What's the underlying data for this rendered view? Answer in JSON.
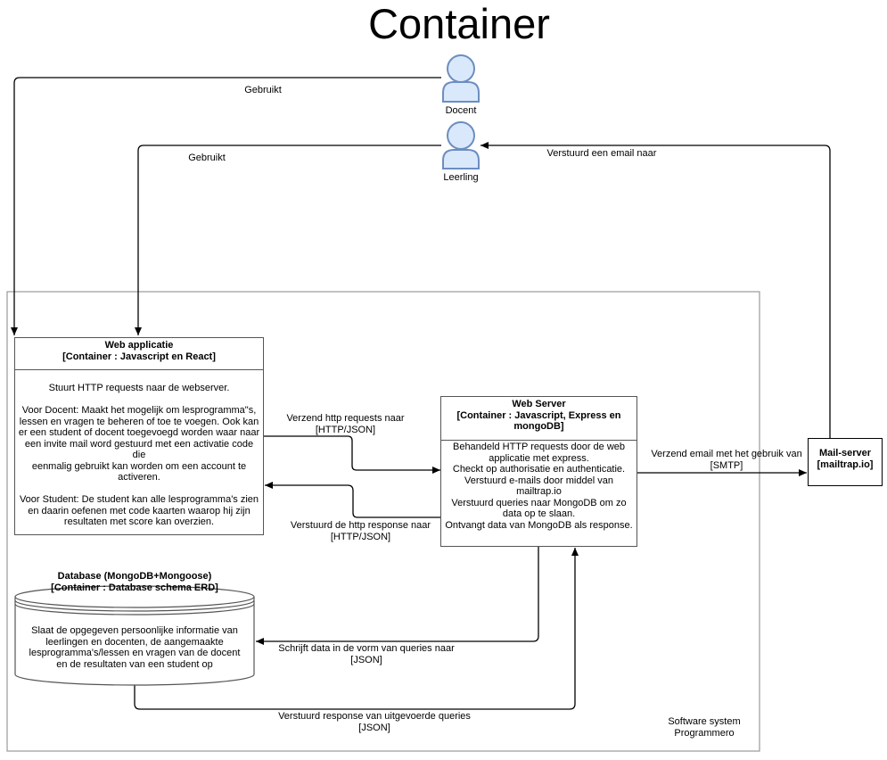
{
  "title": "Container",
  "actors": {
    "docent": "Docent",
    "leerling": "Leerling"
  },
  "system_boundary": {
    "line1": "Software system",
    "line2": "Programmero"
  },
  "web_app": {
    "name": "Web applicatie",
    "tech": "[Container : Javascript en React]",
    "desc1": "Stuurt HTTP requests naar de webserver.",
    "desc2": [
      "Voor Docent: Maakt het mogelijk om lesprogramma\"s,",
      "lessen en vragen te beheren of toe te voegen. Ook kan",
      "er een student of docent toegevoegd worden waar naar",
      "een invite mail word gestuurd met een activatie code die",
      "eenmalig gebruikt kan worden om een account te",
      "activeren."
    ],
    "desc3": [
      "Voor Student: De student kan alle lesprogramma's zien",
      "en daarin oefenen met code kaarten waarop hij zijn",
      "resultaten met score kan overzien."
    ]
  },
  "web_server": {
    "name": "Web Server",
    "tech": [
      "[Container : Javascript, Express en",
      "mongoDB]"
    ],
    "desc": [
      "Behandeld HTTP requests door de web",
      "applicatie met express.",
      "Checkt op authorisatie en authenticatie.",
      "Verstuurd e-mails door middel van",
      "mailtrap.io",
      "Verstuurd queries naar MongoDB om zo",
      "data op te slaan.",
      "Ontvangt data van MongoDB als response."
    ]
  },
  "mail_server": {
    "name": "Mail-server",
    "tech": "[mailtrap.io]"
  },
  "database": {
    "name": "Database (MongoDB+Mongoose)",
    "tech": "[Container :  Database schema ERD]",
    "desc": [
      "Slaat de opgegeven persoonlijke informatie van",
      "leerlingen en docenten,  de aangemaakte",
      "lesprogramma's/lessen en vragen van de docent",
      "en de resultaten van een student op"
    ]
  },
  "relations": {
    "docent_uses": "Gebruikt",
    "leerling_uses": "Gebruikt",
    "mail_to_leerling": "Verstuurd een email naar",
    "app_to_server": [
      "Verzend http requests naar",
      "[HTTP/JSON]"
    ],
    "server_to_app": [
      "Verstuurd de http response naar",
      "[HTTP/JSON]"
    ],
    "server_to_mail": [
      "Verzend email met het gebruik van",
      "[SMTP]"
    ],
    "server_to_db": [
      "Schrijft data in de vorm van queries naar",
      "[JSON]"
    ],
    "db_to_server": [
      "Verstuurd response van uitgevoerde queries",
      "[JSON]"
    ]
  },
  "colors": {
    "actor_fill": "#dae8fc",
    "actor_stroke": "#6c8ebf",
    "line": "#000000",
    "border": "#999999"
  }
}
